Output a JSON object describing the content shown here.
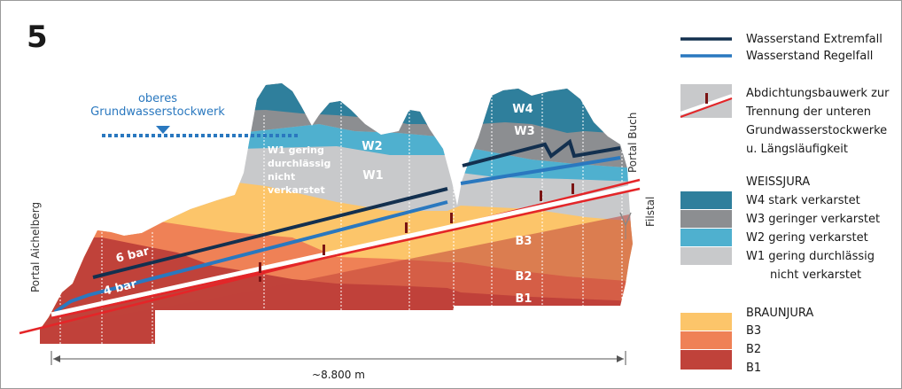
{
  "figure_number": "5",
  "labels": {
    "portal_left": "Portal Aichelberg",
    "portal_right": "Portal Buch",
    "filstal": "Filstal",
    "oberes_line1": "oberes",
    "oberes_line2": "Grundwasserstockwerk",
    "w1_note_1": "W1 gering",
    "w1_note_2": "durchlässig",
    "w1_note_3": "nicht",
    "w1_note_4": "verkarstet",
    "pressure_high": "6 bar",
    "pressure_low": "4 bar",
    "distance": "~8.800 m",
    "layer_w1": "W1",
    "layer_w2": "W2",
    "layer_w3": "W3",
    "layer_w4": "W4",
    "layer_b1": "B1",
    "layer_b2": "B2",
    "layer_b3": "B3"
  },
  "legend": {
    "extrem": "Wasserstand Extremfall",
    "regel": "Wasserstand Regelfall",
    "dicht_1": "Abdichtungsbauwerk zur",
    "dicht_2": "Trennung der unteren",
    "dicht_3": "Grundwasserstockwerke",
    "dicht_4": "u. Längsläufigkeit",
    "weissjura_title": "WEISSJURA",
    "w4": "W4 stark verkarstet",
    "w3": "W3 geringer verkarstet",
    "w2": "W2 gering verkarstet",
    "w1_a": "W1 gering durchlässig",
    "w1_b": "nicht verkarstet",
    "braunjura_title": "BRAUNJURA",
    "b3": "B3",
    "b2": "B2",
    "b1": "B1"
  },
  "colors": {
    "w4": "#2f7f9c",
    "w3": "#8c8e91",
    "w2": "#4fb0cf",
    "w1": "#c8c9cb",
    "b3": "#fcc56a",
    "b2": "#ef8156",
    "b1": "#c0423a",
    "extrem": "#13304f",
    "regel": "#2a78bf",
    "tunnel": "#e42528",
    "seal": "#7b1414"
  }
}
